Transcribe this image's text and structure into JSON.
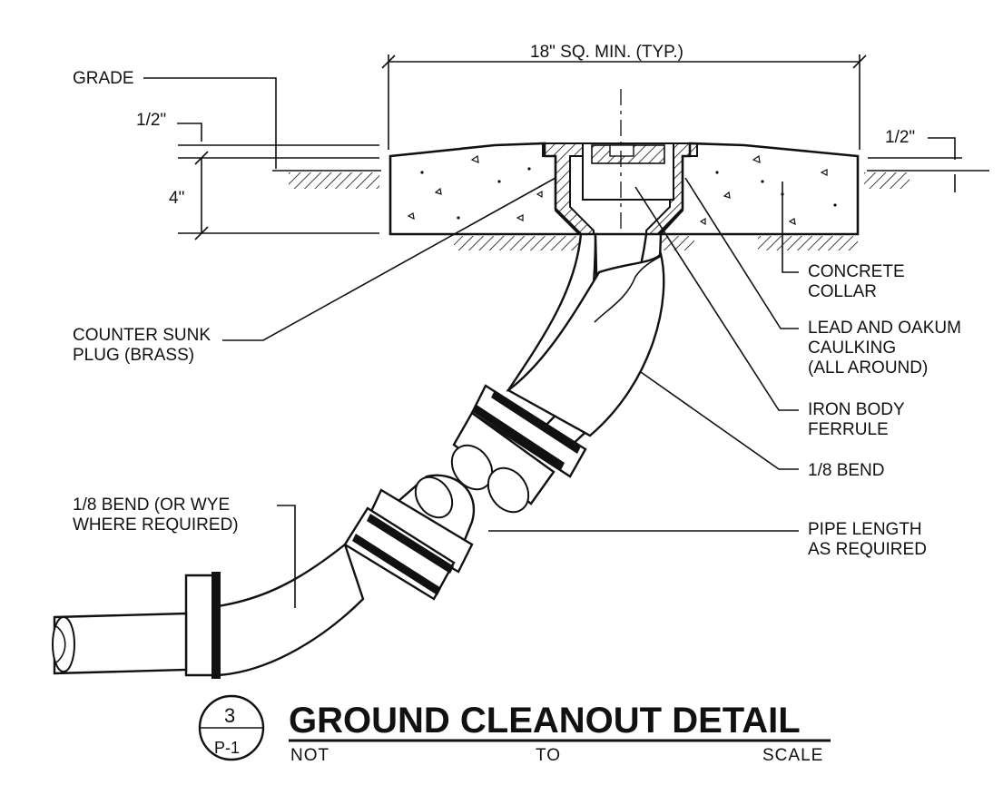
{
  "detail": {
    "dimension_top": "18\" SQ. MIN. (TYP.)",
    "grade": "GRADE",
    "half_inch_left": "1/2\"",
    "half_inch_right": "1/2\"",
    "four_inch": "4\"",
    "counter_sunk_line1": "COUNTER SUNK",
    "counter_sunk_line2": "PLUG (BRASS)",
    "concrete_line1": "CONCRETE",
    "concrete_line2": "COLLAR",
    "lead_line1": "LEAD AND OAKUM",
    "lead_line2": "CAULKING",
    "lead_line3": "(ALL AROUND)",
    "iron_line1": "IRON BODY",
    "iron_line2": "FERRULE",
    "bend_right": "1/8 BEND",
    "bend_left_line1": "1/8 BEND (OR WYE",
    "bend_left_line2": "WHERE REQUIRED)",
    "pipe_line1": "PIPE LENGTH",
    "pipe_line2": "AS REQUIRED"
  },
  "title_block": {
    "detail_number": "3",
    "sheet": "P-1",
    "title": "GROUND CLEANOUT DETAIL",
    "scale_word1": "NOT",
    "scale_word2": "TO",
    "scale_word3": "SCALE"
  },
  "colors": {
    "ink": "#111111",
    "paper": "#ffffff"
  }
}
